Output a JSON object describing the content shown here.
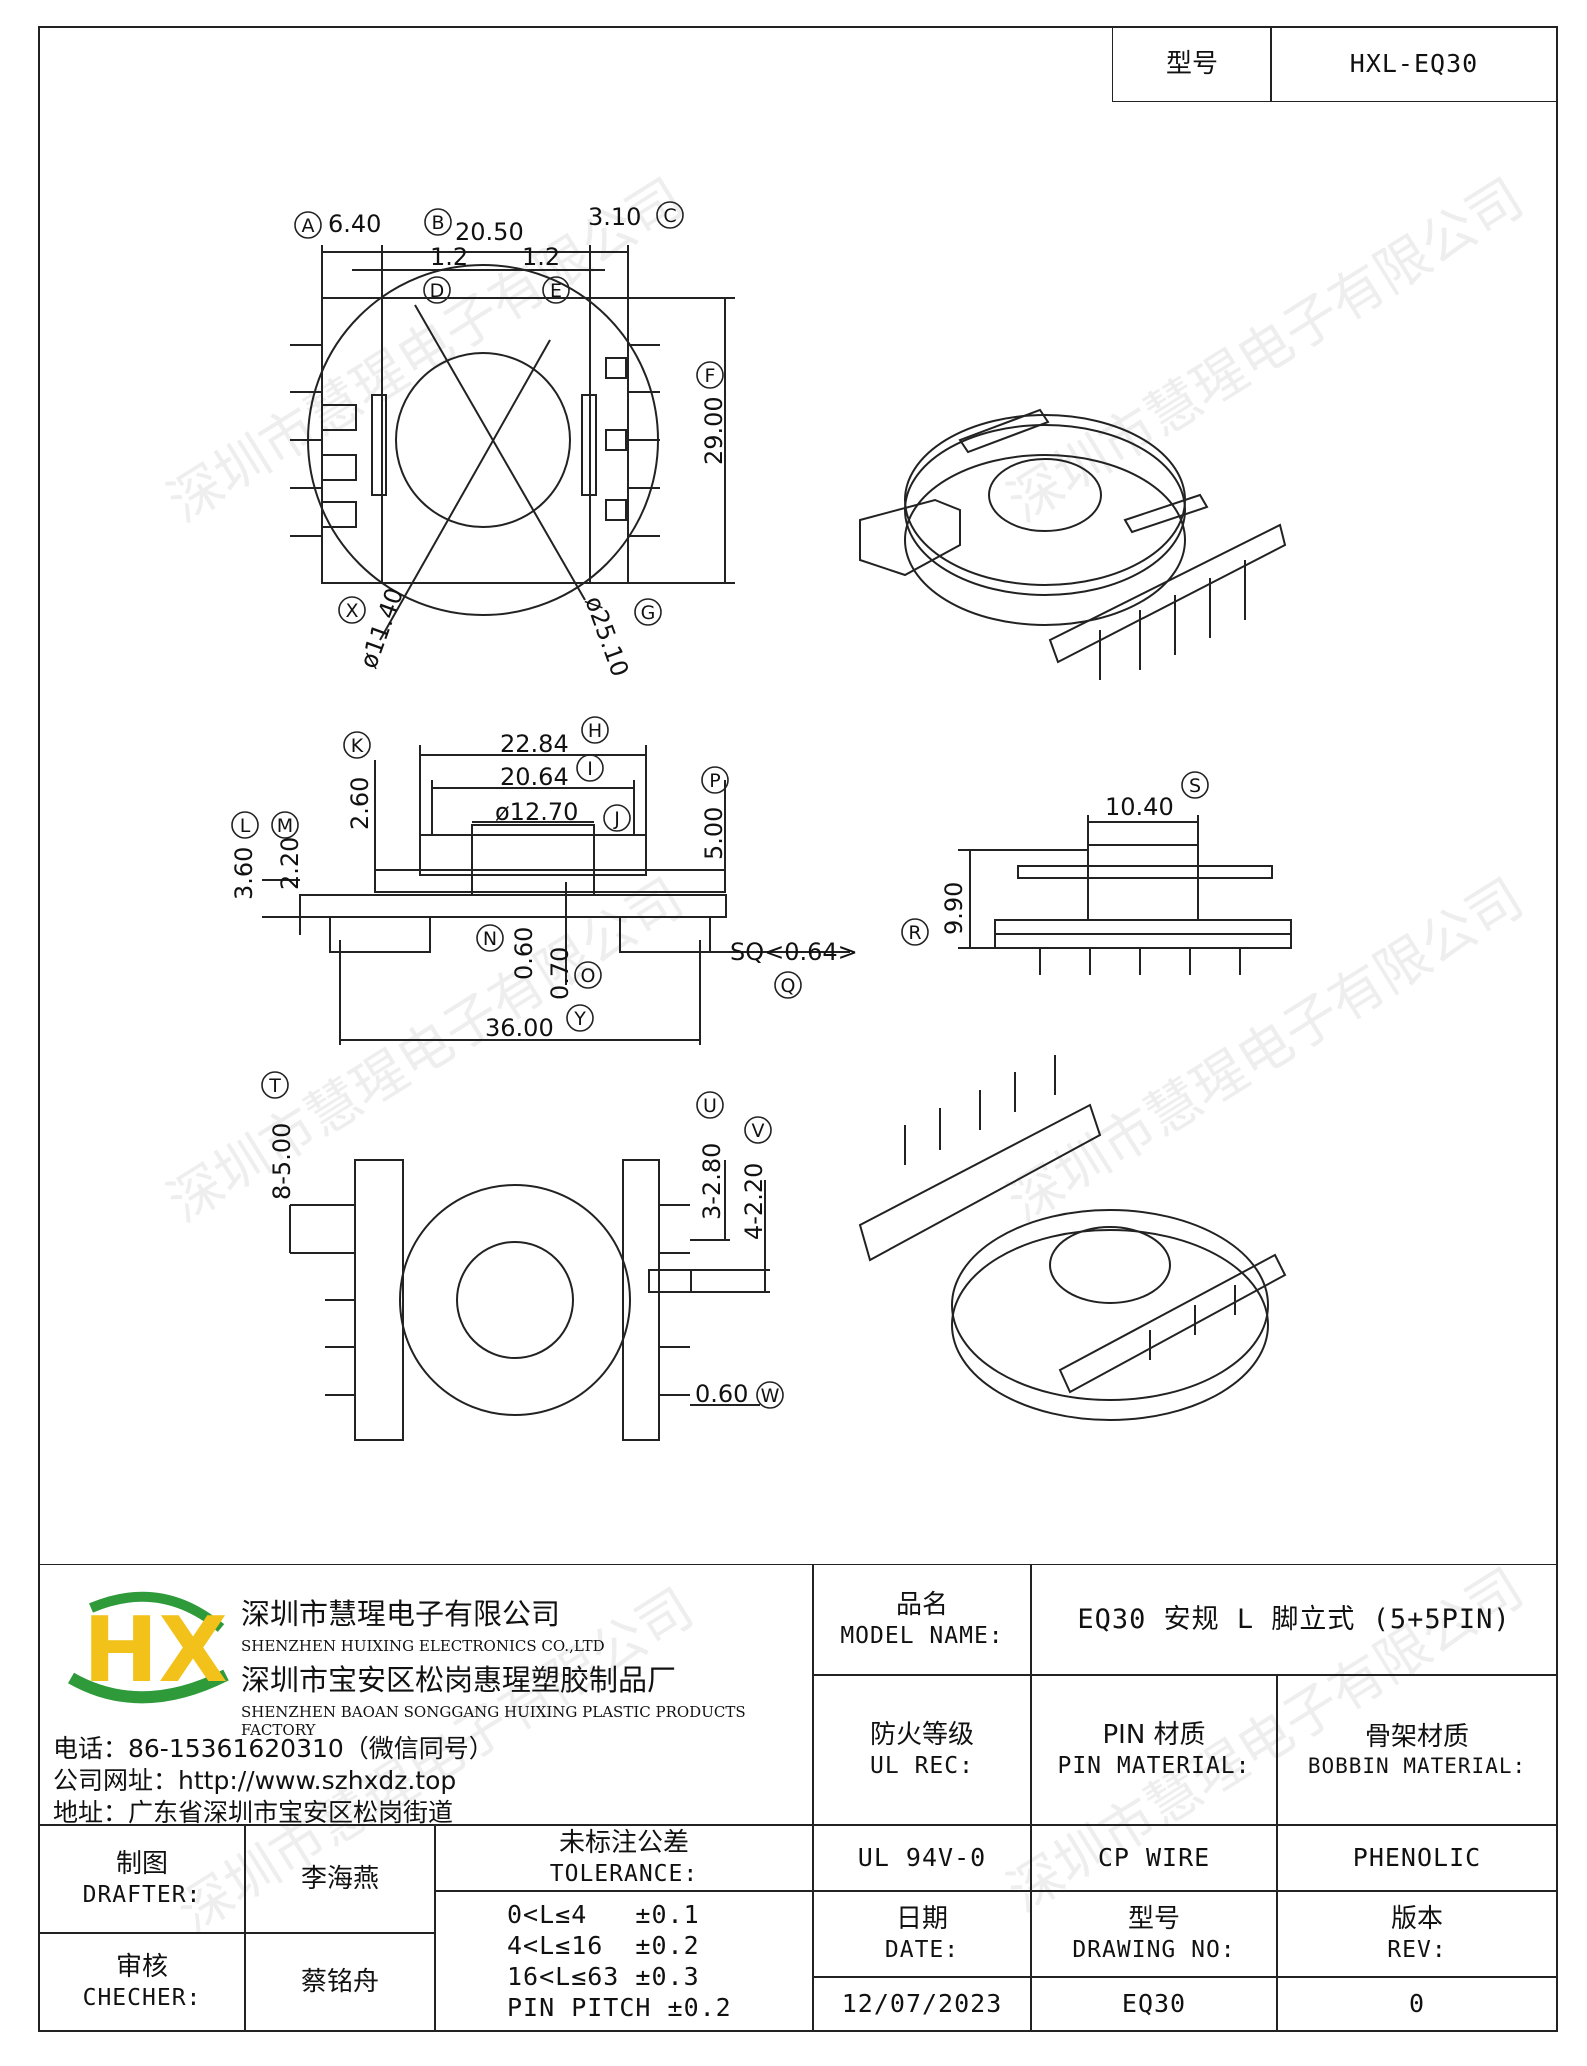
{
  "header": {
    "model_label": "型号",
    "model_value": "HXL-EQ30"
  },
  "drawing": {
    "top_view": {
      "dims": {
        "A": "6.40",
        "B": "20.50",
        "C": "3.10",
        "D": "1.2",
        "E": "1.2",
        "F": "29.00",
        "X": "ø11.40",
        "G": "ø25.10"
      },
      "circle_labels": [
        "A",
        "B",
        "C",
        "D",
        "E",
        "F",
        "X",
        "G"
      ]
    },
    "side_view": {
      "dims": {
        "H": "22.84",
        "I": "20.64",
        "J": "ø12.70",
        "K": "2.60",
        "L": "3.60",
        "M": "2.20",
        "N": "0.60",
        "O": "0.70",
        "P": "5.00",
        "Q": "SQ<0.64>",
        "Y": "36.00"
      },
      "circle_labels": [
        "H",
        "I",
        "J",
        "K",
        "L",
        "M",
        "N",
        "O",
        "P",
        "Q",
        "Y"
      ]
    },
    "front_view": {
      "dims": {
        "S": "10.40",
        "R": "9.90"
      },
      "circle_labels": [
        "S",
        "R"
      ]
    },
    "bottom_view": {
      "dims": {
        "T": "8-5.00",
        "U": "3-2.80",
        "V": "4-2.20",
        "W": "0.60"
      },
      "circle_labels": [
        "T",
        "U",
        "V",
        "W"
      ]
    }
  },
  "title_block": {
    "company_cn_1": "深圳市慧瑆电子有限公司",
    "company_en_1": "SHENZHEN HUIXING ELECTRONICS CO.,LTD",
    "company_cn_2": "深圳市宝安区松岗惠瑆塑胶制品厂",
    "company_en_2": "SHENZHEN BAOAN SONGGANG HUIXING PLASTIC PRODUCTS FACTORY",
    "phone": "电话：86-15361620310（微信同号）",
    "website": "公司网址：http://www.szhxdz.top",
    "address": "地址：广东省深圳市宝安区松岗街道",
    "logo_text": "HX",
    "model_name_cn": "品名",
    "model_name_en": "MODEL NAME:",
    "model_name_value": "EQ30 安规 L 脚立式 (5+5PIN)",
    "ul_rec_cn": "防火等级",
    "ul_rec_en": "UL REC:",
    "pin_material_cn": "PIN 材质",
    "pin_material_en": "PIN MATERIAL:",
    "bobbin_material_cn": "骨架材质",
    "bobbin_material_en": "BOBBIN MATERIAL:",
    "ul_value": "UL 94V-0",
    "pin_value": "CP WIRE",
    "bobbin_value": "PHENOLIC",
    "drafter_cn": "制图",
    "drafter_en": "DRAFTER:",
    "drafter_name": "李海燕",
    "checker_cn": "审核",
    "checker_en": "CHECHER:",
    "checker_name": "蔡铭舟",
    "tolerance_cn": "未标注公差",
    "tolerance_en": "TOLERANCE:",
    "tolerance_lines": [
      "0<L≤4   ±0.1",
      "4<L≤16  ±0.2",
      "16<L≤63 ±0.3",
      "PIN PITCH ±0.2"
    ],
    "date_cn": "日期",
    "date_en": "DATE:",
    "drawing_no_cn": "型号",
    "drawing_no_en": "DRAWING NO:",
    "rev_cn": "版本",
    "rev_en": "REV:",
    "date_value": "12/07/2023",
    "drawing_no_value": "EQ30",
    "rev_value": "0"
  },
  "watermark": "深圳市慧瑆电子有限公司",
  "colors": {
    "logo_green": "#2e9a3a",
    "logo_yellow": "#f2c21b",
    "line": "#222222"
  }
}
